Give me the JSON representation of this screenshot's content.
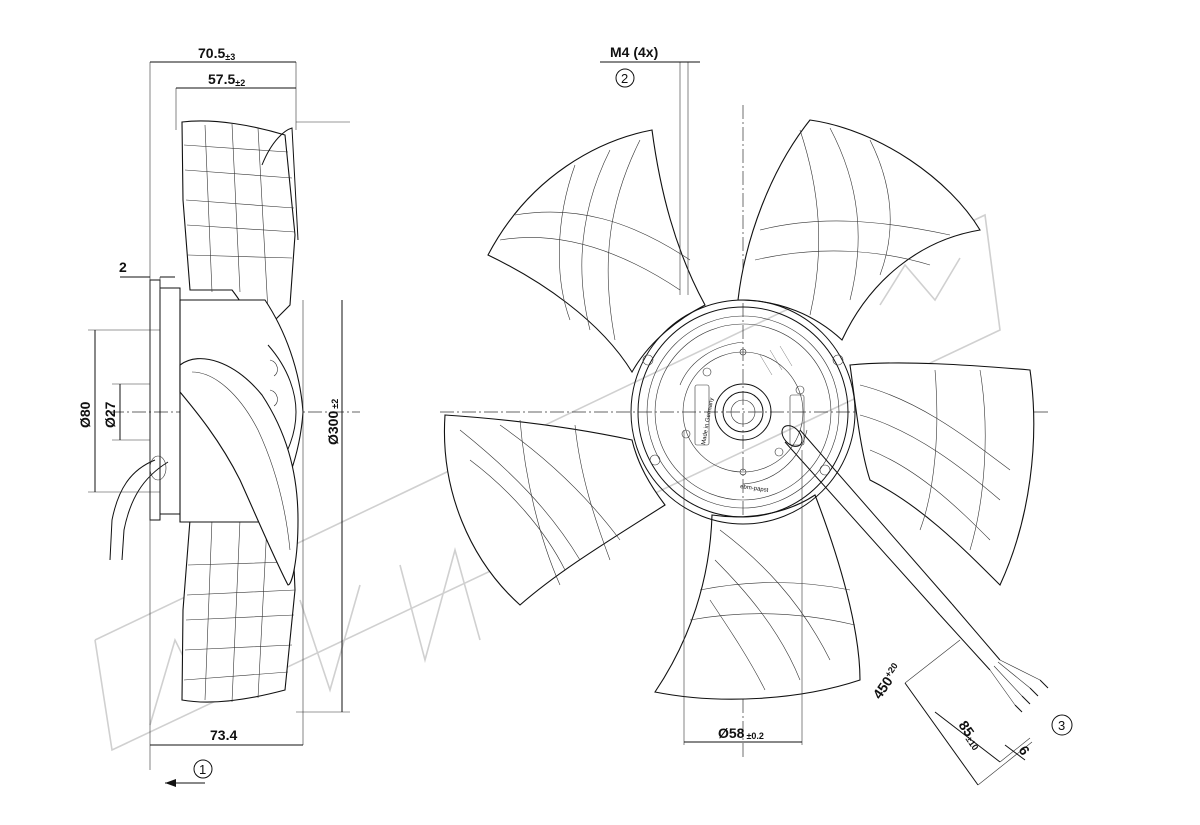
{
  "dimensions": {
    "depth_total": {
      "value": "70.5",
      "tol": "±3"
    },
    "depth_blade": {
      "value": "57.5",
      "tol": "±2"
    },
    "flange_gap": {
      "value": "2"
    },
    "bottom_depth": {
      "value": "73.4"
    },
    "dia_80": {
      "value": "Ø80"
    },
    "dia_27": {
      "value": "Ø27"
    },
    "dia_300": {
      "value": "Ø300",
      "tol": "±2"
    },
    "screw": {
      "value": "M4 (4x)"
    },
    "dia_58": {
      "value": "Ø58",
      "tol": "±0.2"
    },
    "cable_450": {
      "value": "450",
      "tol": "+20"
    },
    "cable_85": {
      "value": "85",
      "tol": "±10"
    },
    "cable_6": {
      "value": "6"
    }
  },
  "callouts": {
    "c1": "1",
    "c2": "2",
    "c3": "3"
  },
  "hub_labels": {
    "label_a": "Made in Germany",
    "label_b": "ebm-papst"
  }
}
